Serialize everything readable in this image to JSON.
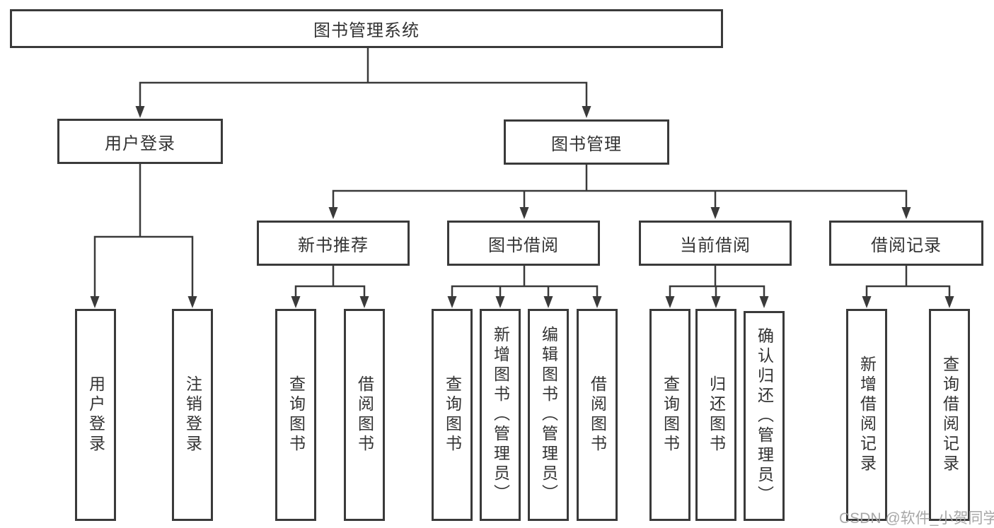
{
  "colors": {
    "background": "#ffffff",
    "line": "#3a3a3a",
    "box_border": "#3a3a3a",
    "text": "#333333",
    "watermark": "#a0a0a0"
  },
  "tree": {
    "root": {
      "label": "图书管理系统"
    },
    "login_branch": {
      "label": "用户登录",
      "children": [
        {
          "label": "用户登录"
        },
        {
          "label": "注销登录"
        }
      ]
    },
    "mgmt_branch": {
      "label": "图书管理",
      "sections": [
        {
          "label": "新书推荐",
          "children": [
            {
              "label": "查询图书"
            },
            {
              "label": "借阅图书"
            }
          ]
        },
        {
          "label": "图书借阅",
          "children": [
            {
              "label": "查询图书"
            },
            {
              "label": "新增图书（管理员）"
            },
            {
              "label": "编辑图书（管理员）"
            },
            {
              "label": "借阅图书"
            }
          ]
        },
        {
          "label": "当前借阅",
          "children": [
            {
              "label": "查询图书"
            },
            {
              "label": "归还图书"
            },
            {
              "label": "确认归还（管理员）"
            }
          ]
        },
        {
          "label": "借阅记录",
          "children": [
            {
              "label": "新增借阅记录"
            },
            {
              "label": "查询借阅记录"
            }
          ]
        }
      ]
    }
  },
  "watermark": {
    "text": "CSDN @软件_小贺同学"
  }
}
